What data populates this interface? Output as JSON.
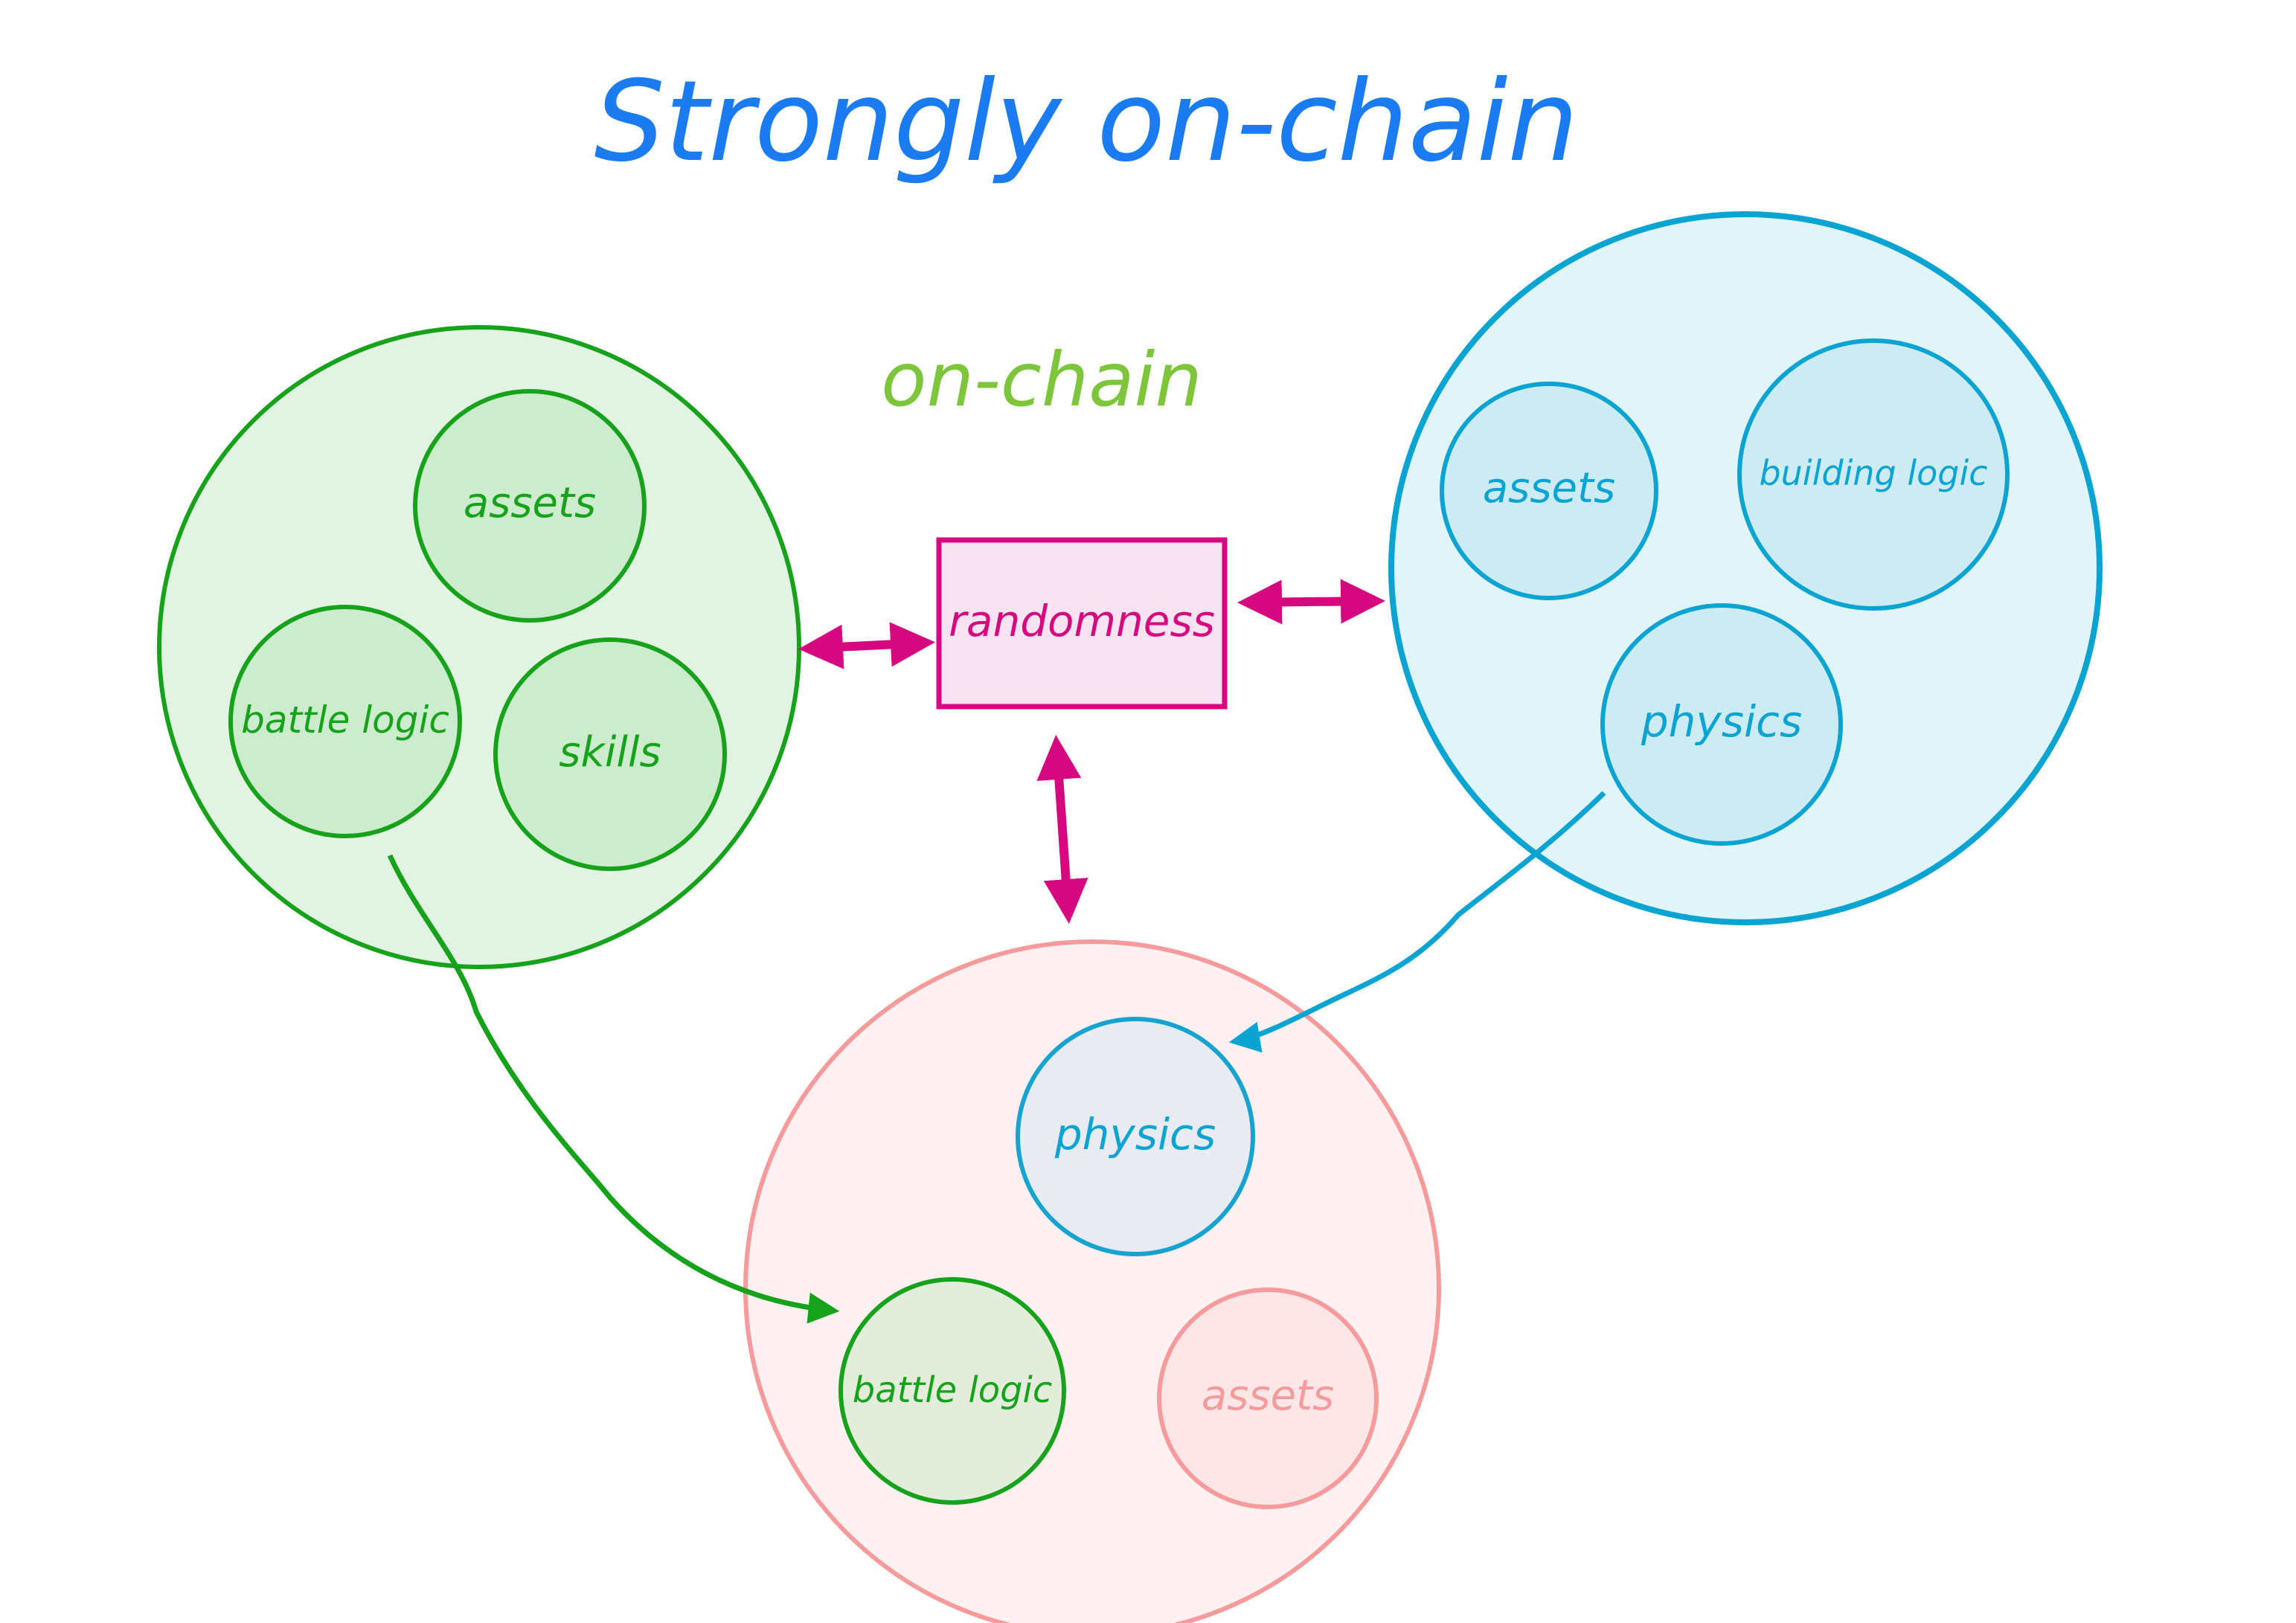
{
  "title": "Strongly on-chain",
  "subtitle": "on-chain",
  "center_box": {
    "label": "randomness"
  },
  "left_cluster": {
    "items": [
      "assets",
      "battle logic",
      "skills"
    ]
  },
  "right_cluster": {
    "items": [
      "assets",
      "building logic",
      "physics"
    ]
  },
  "bottom_cluster": {
    "items": [
      "physics",
      "battle logic",
      "assets"
    ]
  },
  "colors": {
    "title": "#1a7cf0",
    "subtitle": "#7dc53a",
    "green": "#17a21b",
    "blue": "#09a4d1",
    "pink": "#f79a9c",
    "magenta": "#d6087f"
  }
}
